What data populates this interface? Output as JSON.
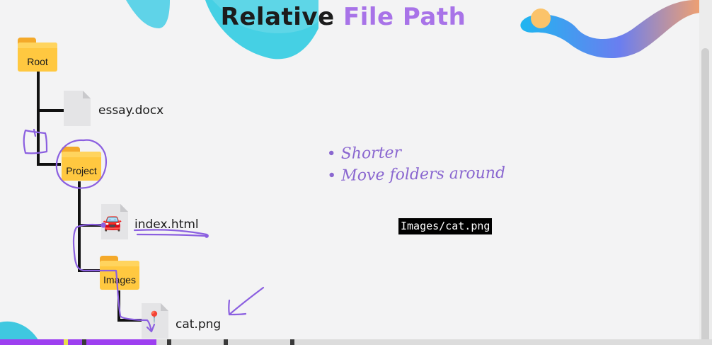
{
  "slide": {
    "title_part1": "Relative",
    "title_part2": "File Path",
    "title_color_dark": "#1c1c1c",
    "title_color_accent": "#a873e8",
    "tree": {
      "root_label": "Root",
      "essay_file": "essay.docx",
      "project_label": "Project",
      "index_file": "index.html",
      "images_label": "Images",
      "cat_file": "cat.png"
    },
    "path_box": "Images/cat.png",
    "notes": [
      "• Shorter",
      "• Move folders around"
    ]
  },
  "player": {
    "progress": 0.22
  },
  "icons": [
    "folder-icon",
    "file-icon",
    "car-icon",
    "pin-icon",
    "arrow-icon"
  ]
}
